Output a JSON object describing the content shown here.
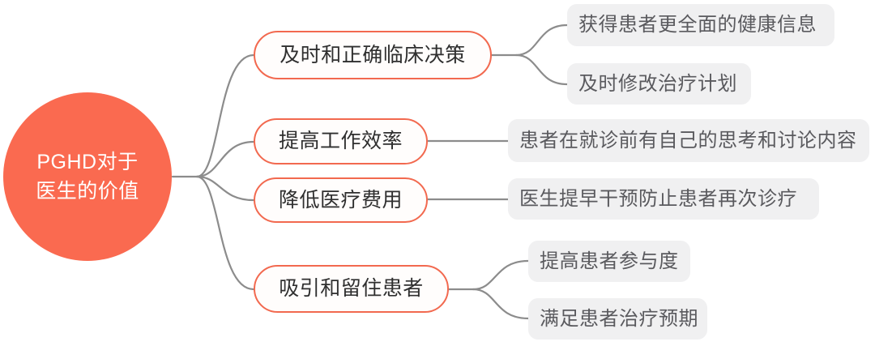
{
  "diagram": {
    "type": "mindmap",
    "orientation": "left-to-right",
    "colors": {
      "root_fill": "#fa6a50",
      "root_text": "#ffffff",
      "branch_border": "#f2694f",
      "branch_fill": "#fffdfc",
      "branch_text": "#2f2f2f",
      "leaf_fill": "#f0f0f1",
      "leaf_text": "#5a5a5e",
      "connector": "#8c8c8c",
      "background": "#ffffff"
    },
    "root": {
      "label": "PGHD对于医生的价值",
      "line1": "PGHD对于",
      "line2": "医生的价值"
    },
    "branches": [
      {
        "label": "及时和正确临床决策",
        "leaves": [
          {
            "label": "获得患者更全面的健康信息"
          },
          {
            "label": "及时修改治疗计划"
          }
        ]
      },
      {
        "label": "提高工作效率",
        "leaves": [
          {
            "label": "患者在就诊前有自己的思考和讨论内容"
          }
        ]
      },
      {
        "label": "降低医疗费用",
        "leaves": [
          {
            "label": "医生提早干预防止患者再次诊疗"
          }
        ]
      },
      {
        "label": "吸引和留住患者",
        "leaves": [
          {
            "label": "提高患者参与度"
          },
          {
            "label": "满足患者治疗预期"
          }
        ]
      }
    ]
  }
}
